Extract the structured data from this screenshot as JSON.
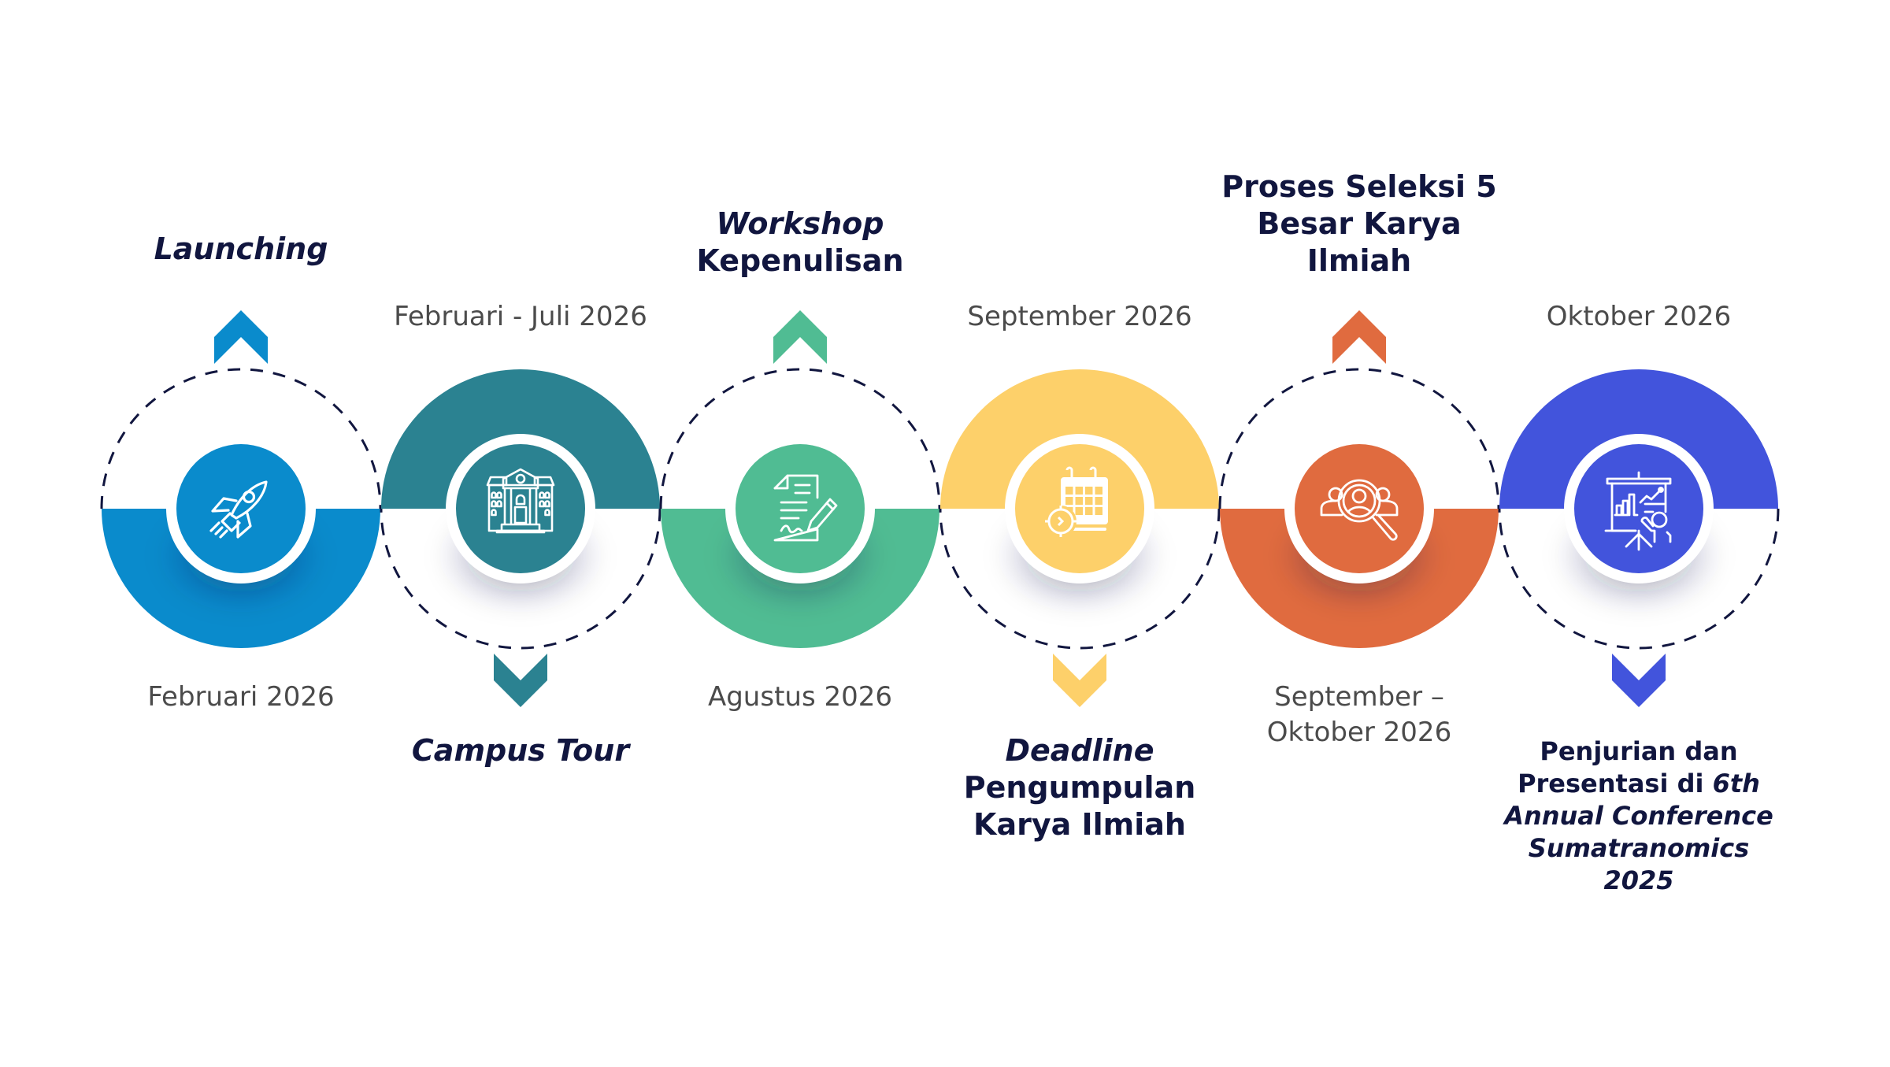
{
  "title": "Timeline",
  "colors": {
    "navy_text": "#11163f",
    "date_text": "#4b4b4b",
    "dashed_line": "#11163f"
  },
  "steps": [
    {
      "id": "launching",
      "title_parts": [
        {
          "text": "Launching",
          "italic": true
        }
      ],
      "date": "Februari 2026",
      "color": "#0a8bcc",
      "icon": "rocket-icon",
      "half": "bottom"
    },
    {
      "id": "campus-tour",
      "title_parts": [
        {
          "text": "Campus Tour",
          "italic": true
        }
      ],
      "date": "Februari - Juli 2026",
      "color": "#2b8291",
      "icon": "building-icon",
      "half": "top"
    },
    {
      "id": "workshop",
      "title_parts": [
        {
          "text": "Workshop",
          "italic": true
        },
        {
          "text": "Kepenulisan",
          "italic": false,
          "newline": true
        }
      ],
      "date": "Agustus 2026",
      "color": "#50bc93",
      "icon": "document-pen-icon",
      "half": "bottom"
    },
    {
      "id": "deadline",
      "title_parts": [
        {
          "text": "Deadline",
          "italic": true
        },
        {
          "text": "Pengumpulan",
          "italic": false,
          "newline": true
        },
        {
          "text": "Karya Ilmiah",
          "italic": false,
          "newline": true
        }
      ],
      "date": "September 2026",
      "color": "#fdd06a",
      "icon": "calendar-clock-icon",
      "half": "top"
    },
    {
      "id": "seleksi",
      "title_parts": [
        {
          "text": "Proses Seleksi 5",
          "italic": false
        },
        {
          "text": "Besar Karya",
          "italic": false,
          "newline": true
        },
        {
          "text": "Ilmiah",
          "italic": false,
          "newline": true
        }
      ],
      "date": "September –\nOktober 2026",
      "date_lines": [
        "September –",
        "Oktober 2026"
      ],
      "color": "#e06b3f",
      "icon": "people-search-icon",
      "half": "bottom"
    },
    {
      "id": "penjurian",
      "title_parts": [
        {
          "text": "Penjurian dan",
          "italic": false
        },
        {
          "text": "Presentasi di ",
          "italic": false,
          "newline": true
        },
        {
          "text": "6th",
          "italic": true
        },
        {
          "text": "Annual Conference",
          "italic": true,
          "newline": true
        },
        {
          "text": "Sumatranomics",
          "italic": true,
          "newline": true
        },
        {
          "text": "2025",
          "italic": true,
          "newline": true
        }
      ],
      "date": "Oktober 2026",
      "color": "#4254dc",
      "icon": "presentation-icon",
      "half": "top"
    }
  ]
}
